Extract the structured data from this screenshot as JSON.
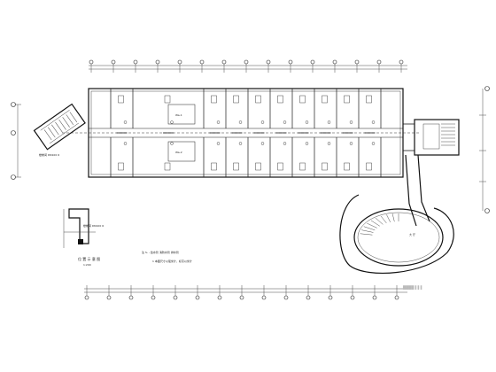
{
  "drawing": {
    "background": "#ffffff",
    "line_color": "#1a1a1a",
    "fade_color": "#bbbbbb"
  },
  "labels": {
    "stair_note": "楼梯间 DN100 6",
    "detail_note": "楼梯间 DN100 6",
    "location_title": "位 置 示 意 图",
    "location_scale": "1:200",
    "legend_line_1": "注   S- - 给水管 消防水管  排水管",
    "legend_line_2": "1  本图尺寸以毫米计，标高以米计",
    "lobby_label": "大 厅",
    "room_a": "Wa-1",
    "room_b": "Wa-2",
    "faint_logo": "████ ▌▌▌"
  }
}
